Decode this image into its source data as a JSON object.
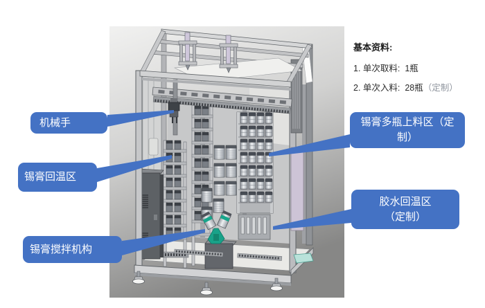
{
  "info_panel": {
    "title": "基本资料:",
    "items": [
      {
        "text": "1. 单次取料:  1瓶",
        "suffix": ""
      },
      {
        "text": "2. 单次入料:  28瓶",
        "suffix": "（定制）"
      }
    ]
  },
  "labels": {
    "robot_arm": "机械手",
    "solder_rewarm_zone": "锡膏回温区",
    "solder_stir_mechanism": "锡膏搅拌机构",
    "solder_multi_bottle_feed_zone": "锡膏多瓶上料区（定\n制）",
    "glue_rewarm_zone": "胶水回温区\n（定制）"
  },
  "colors": {
    "callout_blue": "#4472C4",
    "stirrer_teal": "#18A68C",
    "panel_lavender": "#CDC4D6",
    "backdrop_light": "#F1F1F0",
    "backdrop_dark": "#878786"
  }
}
